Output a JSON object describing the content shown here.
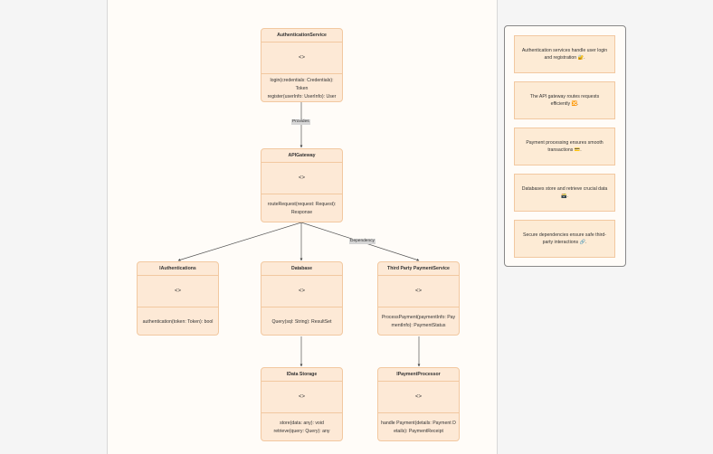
{
  "diagram": {
    "classes": [
      {
        "name": "AuthenticationService",
        "stereotype": "<>",
        "methods": [
          "login(credentials: Credentials): Token",
          "register(userInfo: UserInfo): User"
        ]
      },
      {
        "name": "APIGateway",
        "stereotype": "<>",
        "methods": [
          "routeRequest(request: Request): Response"
        ]
      },
      {
        "name": "IAuthentications",
        "stereotype": "<>",
        "methods": [
          "authentication(token: Token): bool"
        ]
      },
      {
        "name": "Database",
        "stereotype": "<>",
        "methods": [
          "Query(sql: String): ResultSet"
        ]
      },
      {
        "name": "Third Party PaymentService",
        "stereotype": "<>",
        "methods": [
          "ProcessPayment(paymentInfo: PaymentInfo): PaymentStatus"
        ]
      },
      {
        "name": "IData Storage",
        "stereotype": "<>",
        "methods": [
          "store(data: any): void",
          "retrieve(query: Query): any"
        ]
      },
      {
        "name": "IPaymentProcessor",
        "stereotype": "<>",
        "methods": [
          "handle Payment(details: Payment Details): PaymentReceipt"
        ]
      }
    ],
    "edges": [
      {
        "from": "AuthenticationService",
        "to": "APIGateway",
        "label": "Provides"
      },
      {
        "from": "APIGateway",
        "to": "IAuthentications",
        "label": ""
      },
      {
        "from": "APIGateway",
        "to": "Database",
        "label": ""
      },
      {
        "from": "APIGateway",
        "to": "Third Party PaymentService",
        "label": "Dependency"
      },
      {
        "from": "Database",
        "to": "IData Storage",
        "label": ""
      },
      {
        "from": "Third Party PaymentService",
        "to": "IPaymentProcessor",
        "label": ""
      }
    ]
  },
  "notes": [
    "Authentication services handle user login and registration 🔐.",
    "The API gateway routes requests efficiently 🔀.",
    "Payment processing ensures smooth transactions 💳.",
    "Databases store and retrieve crucial data 🗃️.",
    "Secure dependencies ensure safe third-party interactions 🔗."
  ],
  "colors": {
    "box_fill": "#fde9d6",
    "box_border": "#f2c8a0",
    "edge": "#444444"
  }
}
